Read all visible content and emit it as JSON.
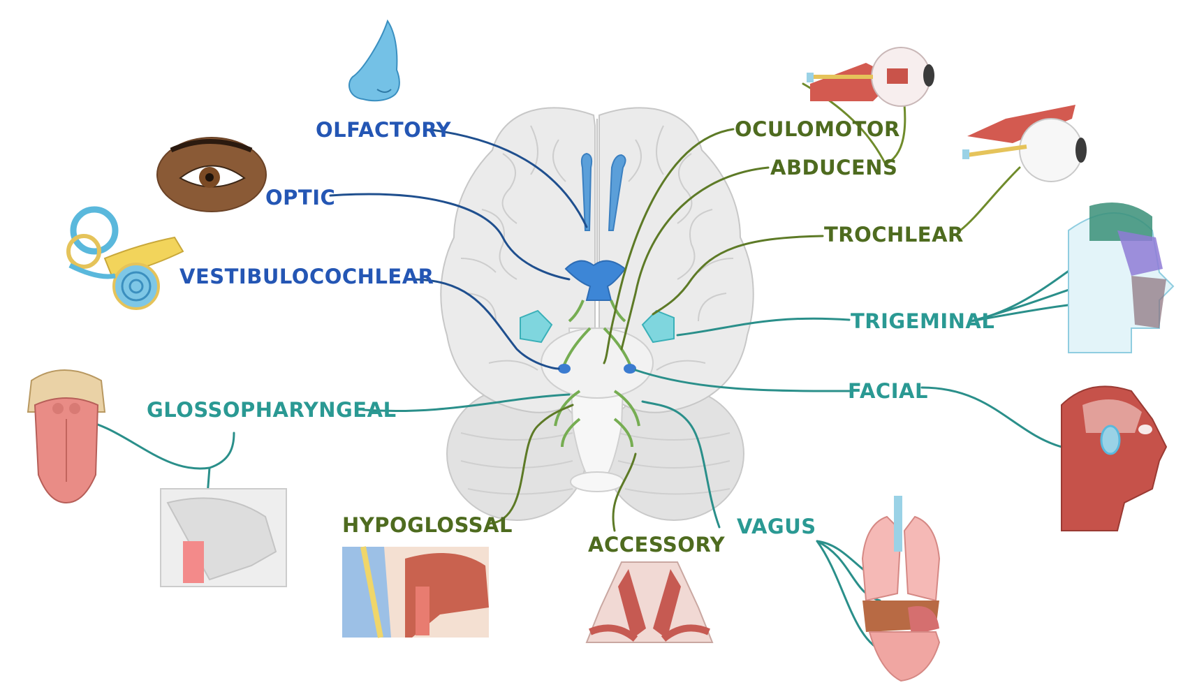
{
  "colors": {
    "sensory": "#2456b4",
    "motor": "#4e6b1f",
    "mixed": "#2a9993",
    "sensory_line": "#1f4f8e",
    "motor_line": "#5d7a26",
    "mixed_line": "#2a8f8a"
  },
  "nerves": [
    {
      "key": "olfactory",
      "label": "OLFACTORY",
      "type": "sensory"
    },
    {
      "key": "optic",
      "label": "OPTIC",
      "type": "sensory"
    },
    {
      "key": "vestibulocochlear",
      "label": "VESTIBULOCOCHLEAR",
      "type": "sensory"
    },
    {
      "key": "glossopharyngeal",
      "label": "GLOSSOPHARYNGEAL",
      "type": "mixed"
    },
    {
      "key": "hypoglossal",
      "label": "HYPOGLOSSAL",
      "type": "motor"
    },
    {
      "key": "accessory",
      "label": "ACCESSORY",
      "type": "motor"
    },
    {
      "key": "vagus",
      "label": "VAGUS",
      "type": "mixed"
    },
    {
      "key": "oculomotor",
      "label": "OCULOMOTOR",
      "type": "motor"
    },
    {
      "key": "abducens",
      "label": "ABDUCENS",
      "type": "motor"
    },
    {
      "key": "trochlear",
      "label": "TROCHLEAR",
      "type": "motor"
    },
    {
      "key": "trigeminal",
      "label": "TRIGEMINAL",
      "type": "mixed"
    },
    {
      "key": "facial",
      "label": "FACIAL",
      "type": "mixed"
    }
  ],
  "illustrations": [
    "brain-inferior-view",
    "nose",
    "eye",
    "inner-ear",
    "tongue",
    "pharynx-section",
    "neck-section",
    "neck-muscles",
    "thoracic-abdominal-organs",
    "eye-muscles",
    "eyeball",
    "head-sensory-zones",
    "facial-muscles"
  ]
}
